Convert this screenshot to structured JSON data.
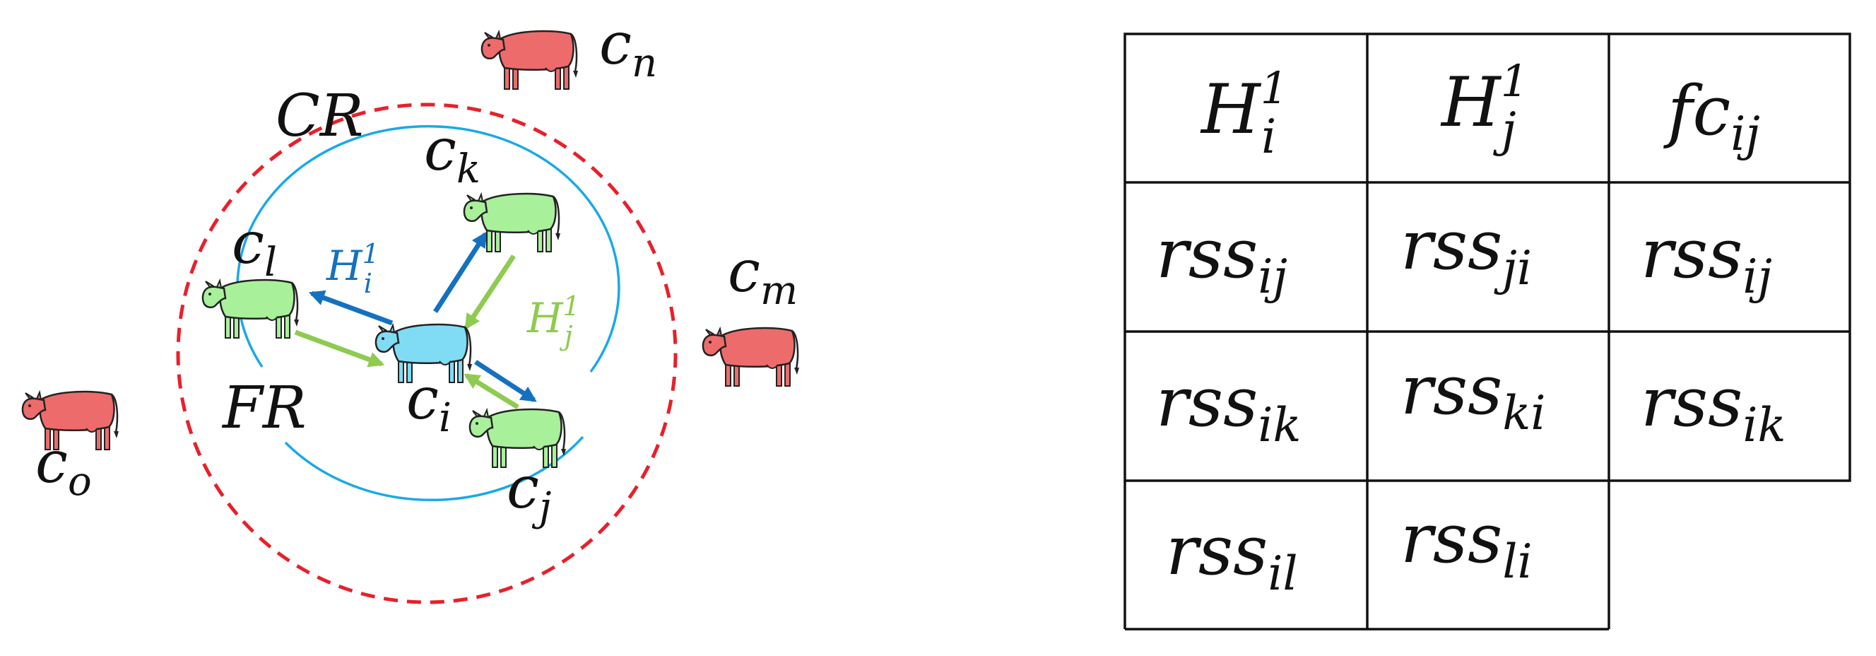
{
  "diagram": {
    "communication_range_label": "CR",
    "friend_range_label": "FR",
    "cattle": [
      {
        "id": "c_i",
        "role": "center",
        "base": "c",
        "sub": "i"
      },
      {
        "id": "c_k",
        "role": "friend",
        "base": "c",
        "sub": "k"
      },
      {
        "id": "c_l",
        "role": "friend",
        "base": "c",
        "sub": "l"
      },
      {
        "id": "c_j",
        "role": "friend",
        "base": "c",
        "sub": "j"
      },
      {
        "id": "c_n",
        "role": "outside",
        "base": "c",
        "sub": "n"
      },
      {
        "id": "c_m",
        "role": "outside",
        "base": "c",
        "sub": "m"
      },
      {
        "id": "c_o",
        "role": "outside",
        "base": "c",
        "sub": "o"
      }
    ],
    "message_labels": {
      "hi": {
        "base": "H",
        "sub": "i",
        "sup": "1"
      },
      "hj": {
        "base": "H",
        "sub": "j",
        "sup": "1"
      }
    },
    "colors": {
      "communication_range": "#e8202a",
      "friend_range": "#1aa9e6",
      "arrow_blue": "#1571bf",
      "arrow_green": "#8ecb4f",
      "cow_center": "#7fdcf4",
      "cow_friend": "#a8f09a",
      "cow_outside": "#ee6b6b"
    }
  },
  "table": {
    "headers": [
      {
        "base": "H",
        "sub": "i",
        "sup": "1"
      },
      {
        "base": "H",
        "sub": "j",
        "sup": "1"
      },
      {
        "base": "fc",
        "sub": "ij",
        "sup": ""
      }
    ],
    "rows": [
      [
        {
          "base": "rss",
          "sub": "ij"
        },
        {
          "base": "rss",
          "sub": "ji"
        },
        {
          "base": "rss",
          "sub": "ij"
        }
      ],
      [
        {
          "base": "rss",
          "sub": "ik"
        },
        {
          "base": "rss",
          "sub": "ki"
        },
        {
          "base": "rss",
          "sub": "ik"
        }
      ],
      [
        {
          "base": "rss",
          "sub": "il"
        },
        {
          "base": "rss",
          "sub": "li"
        }
      ]
    ]
  }
}
